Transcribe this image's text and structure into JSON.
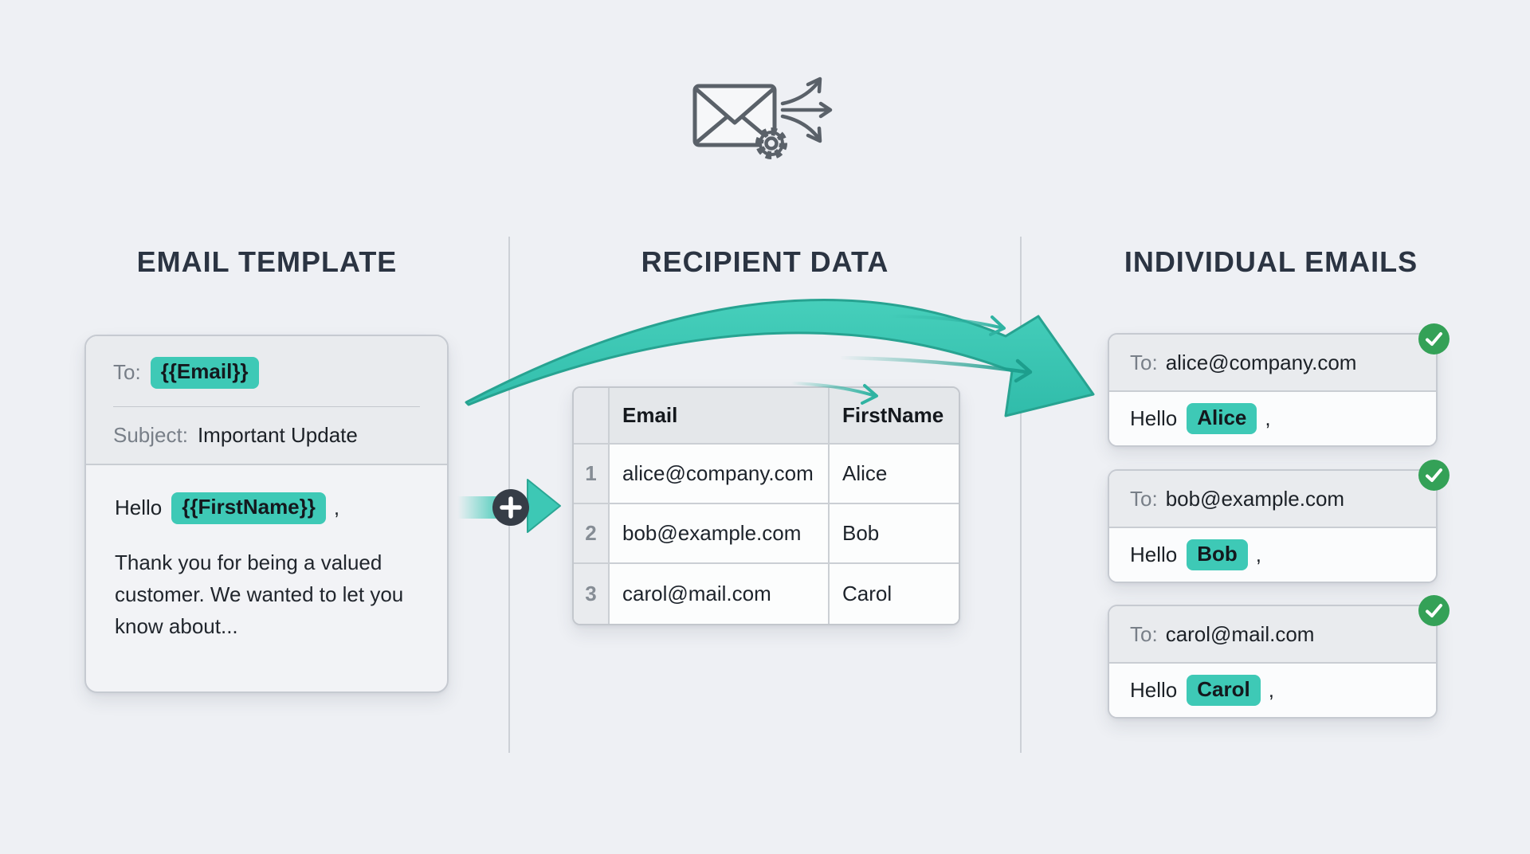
{
  "colors": {
    "background": "#eef0f4",
    "accent_teal": "#3ec9b6",
    "arrow_teal": "#3cc6b3",
    "check_green": "#34a157",
    "heading": "#2b3442",
    "plus_circle": "#363d47"
  },
  "icons": {
    "top": "mail-merge-distribution-icon",
    "plus": "plus-icon",
    "check": "check-icon"
  },
  "template_col": {
    "heading": "EMAIL TEMPLATE",
    "to_label": "To:",
    "to_token": "{{Email}}",
    "subject_label": "Subject:",
    "subject_value": "Important Update",
    "greeting_prefix": "Hello",
    "greeting_token": "{{FirstName}}",
    "greeting_comma": ",",
    "body_text": "Thank you for being a valued customer. We wanted to let you know about..."
  },
  "recipient_col": {
    "heading": "RECIPIENT DATA",
    "header": {
      "email": "Email",
      "first_name": "FirstName"
    },
    "rows": [
      {
        "num": "1",
        "email": "alice@company.com",
        "first_name": "Alice"
      },
      {
        "num": "2",
        "email": "bob@example.com",
        "first_name": "Bob"
      },
      {
        "num": "3",
        "email": "carol@mail.com",
        "first_name": "Carol"
      }
    ]
  },
  "individual_col": {
    "heading": "INDIVIDUAL EMAILS",
    "to_label": "To:",
    "greeting_prefix": "Hello",
    "comma": ",",
    "emails": [
      {
        "to": "alice@company.com",
        "name": "Alice"
      },
      {
        "to": "bob@example.com",
        "name": "Bob"
      },
      {
        "to": "carol@mail.com",
        "name": "Carol"
      }
    ]
  }
}
